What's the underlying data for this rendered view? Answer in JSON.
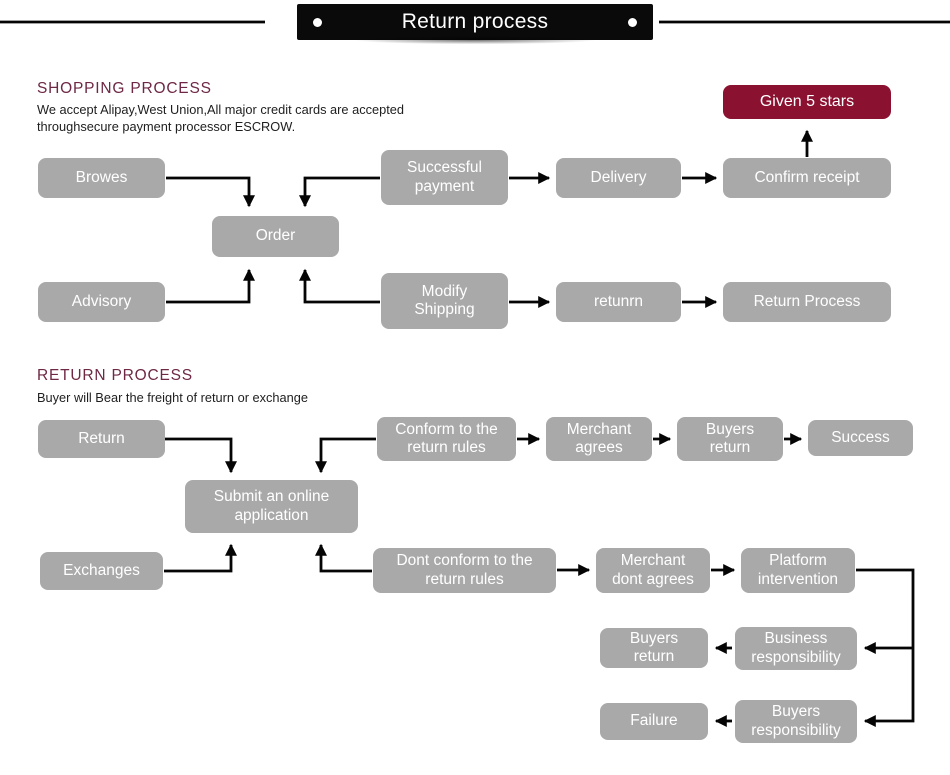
{
  "banner": {
    "title": "Return process"
  },
  "colors": {
    "node_fill": "#a9a9a9",
    "node_text": "#ffffff",
    "accent_maroon": "#8b1130",
    "heading_maroon": "#6e2744",
    "banner_bg": "#0a0a0a",
    "line_black": "#050505"
  },
  "shopping": {
    "heading": "SHOPPING PROCESS",
    "subtitle_lines": [
      "We accept Alipay,West Union,All major credit cards are accepted",
      "throughsecure payment processor ESCROW."
    ],
    "nodes": {
      "browes": "Browes",
      "order": "Order",
      "advisory": "Advisory",
      "successful_payment": "Successful\npayment",
      "modify_shipping": "Modify\nShipping",
      "delivery": "Delivery",
      "retunrn": "retunrn",
      "confirm_receipt": "Confirm receipt",
      "return_process": "Return Process",
      "given_5_stars": "Given 5 stars"
    },
    "edges": [
      "Browes -> Order",
      "Successful payment -> Order",
      "Advisory -> Order",
      "Modify Shipping -> Order",
      "Successful payment -> Delivery",
      "Delivery -> Confirm receipt",
      "Confirm receipt -> Given 5 stars",
      "Modify Shipping -> retunrn",
      "retunrn -> Return Process"
    ]
  },
  "returns": {
    "heading": "RETURN PROCESS",
    "subtitle": "Buyer will Bear the freight of return or exchange",
    "nodes": {
      "return": "Return",
      "exchanges": "Exchanges",
      "submit_application": "Submit an online\napplication",
      "conform_rules": "Conform to the\nreturn rules",
      "merchant_agrees": "Merchant\nagrees",
      "buyers_return_top": "Buyers\nreturn",
      "success": "Success",
      "dont_conform_rules": "Dont conform to the\nreturn rules",
      "merchant_dont_agrees": "Merchant\ndont agrees",
      "platform_intervention": "Platform\nintervention",
      "business_responsibility": "Business\nresponsibility",
      "buyers_return_bottom": "Buyers\nreturn",
      "failure": "Failure",
      "buyers_responsibility": "Buyers\nresponsibility"
    },
    "edges": [
      "Return -> Submit an online application",
      "Conform to the return rules -> Submit an online application",
      "Exchanges -> Submit an online application",
      "Dont conform to the return rules -> Submit an online application",
      "Conform to the return rules -> Merchant agrees",
      "Merchant agrees -> Buyers return",
      "Buyers return -> Success",
      "Dont conform to the return rules -> Merchant dont agrees",
      "Merchant dont agrees -> Platform intervention",
      "Platform intervention -> Business responsibility",
      "Platform intervention -> Buyers responsibility",
      "Business responsibility -> Buyers return",
      "Buyers responsibility -> Failure"
    ]
  }
}
